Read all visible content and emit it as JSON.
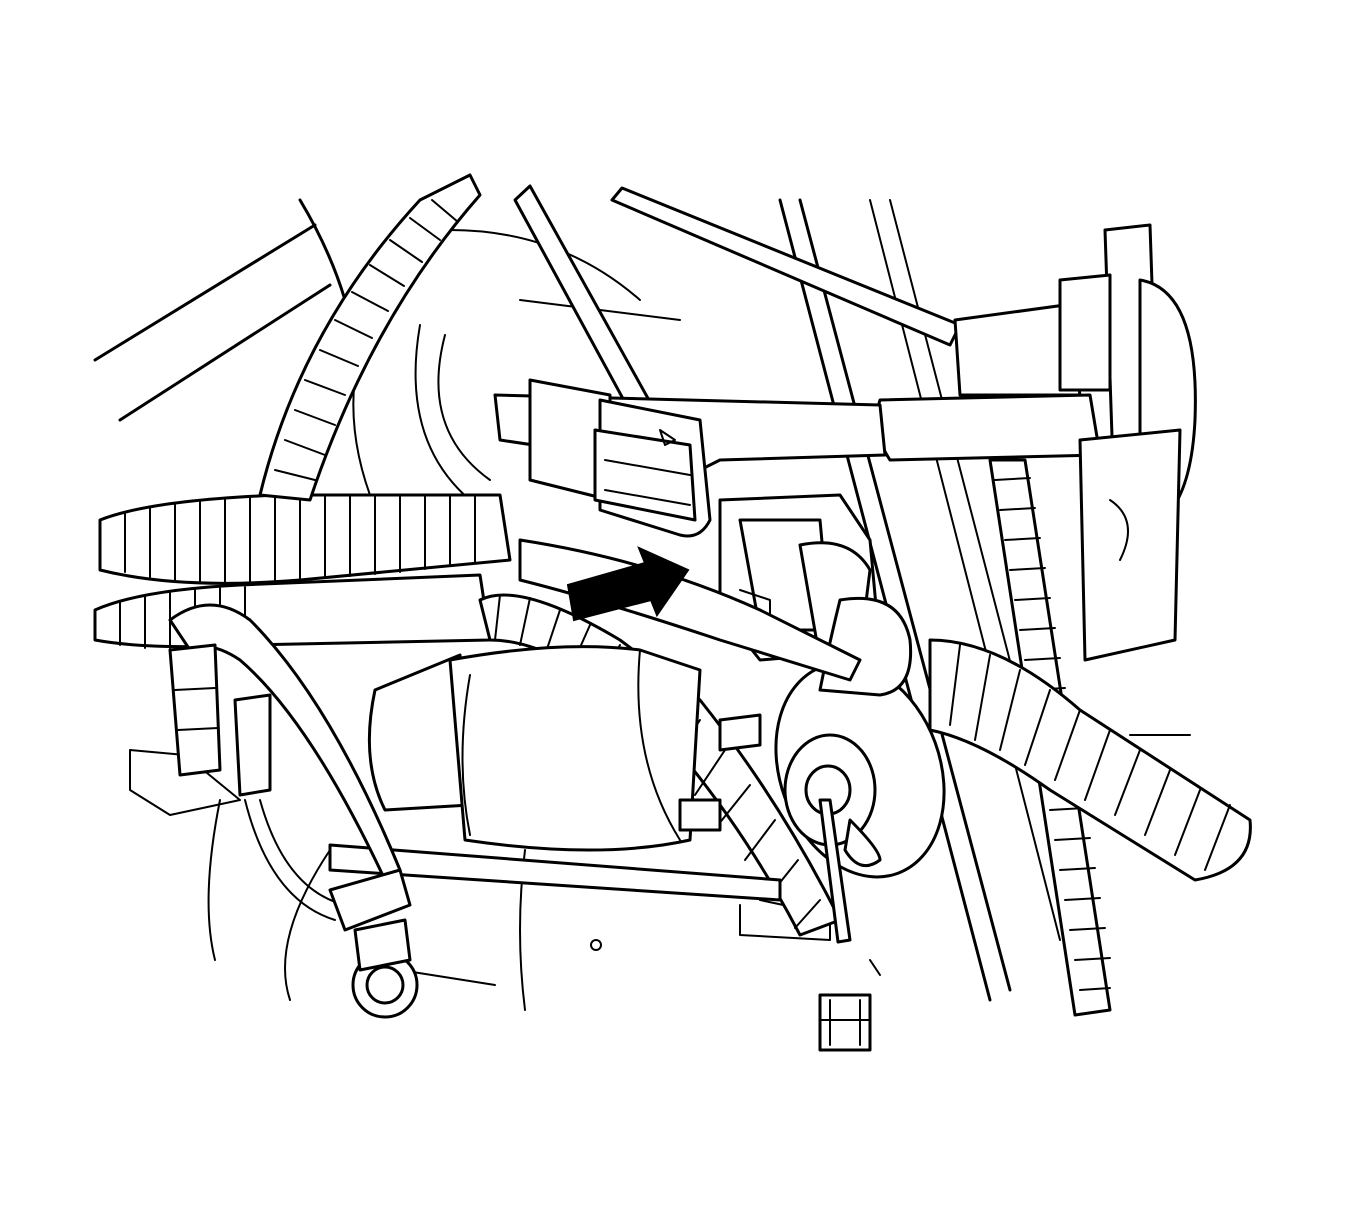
{
  "figure": {
    "kind": "line-art technical illustration",
    "colors": {
      "line": "#000000",
      "background": "#ffffff"
    },
    "parts": [
      "connector-upper",
      "connector-lower",
      "pointer-arrow",
      "starter-motor",
      "corrugated-conduit",
      "ground-cable",
      "retaining-bolt",
      "ground-bolt"
    ]
  }
}
